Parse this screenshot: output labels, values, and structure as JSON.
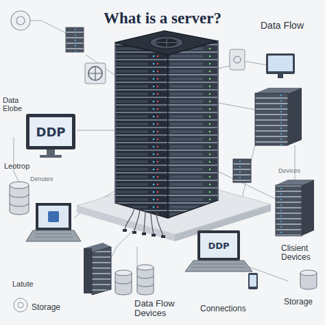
{
  "diagram": {
    "title": "What is a server?",
    "nodes": [
      {
        "text": [
          "DDP"
        ]
      },
      {
        "text": [
          "DDP"
        ]
      }
    ],
    "labels": [
      "Data Flow",
      "Data Elobe",
      "Leotrop",
      "Denutes",
      "Latute",
      "Storage",
      "Data Flow Devices",
      "Connections",
      "Clisient Devices",
      "Storage",
      "Devices"
    ]
  }
}
